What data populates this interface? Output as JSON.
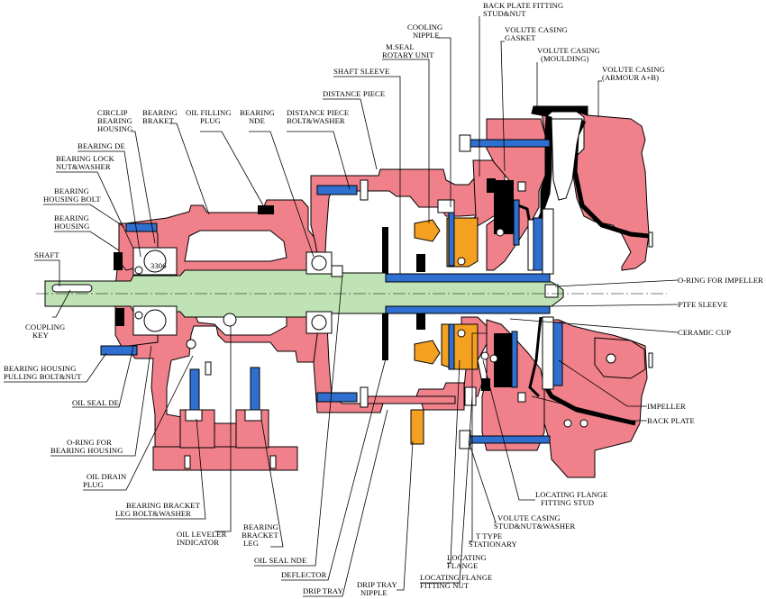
{
  "colors": {
    "casing": "#f0808a",
    "shaft": "#bfe3b5",
    "bolt": "#2f6fd0",
    "orange_part": "#f4a020",
    "black": "#000000",
    "white": "#ffffff"
  },
  "labels": {
    "back_plate_fitting": [
      "BACK PLATE FITTING",
      "STUD&NUT"
    ],
    "cooling_nipple": [
      "COOLING",
      "NIPPLE"
    ],
    "volute_casing_gasket": [
      "VOLUTE CASING",
      "GASKET"
    ],
    "mseal_rotary": [
      "M.SEAL",
      "ROTARY UNIT"
    ],
    "volute_casing_moulding": [
      "VOLUTE CASING",
      "(MOULDING)"
    ],
    "volute_casing_armour": [
      "VOLUTE CASING",
      "(ARMOUR A+B)"
    ],
    "shaft_sleeve": [
      "SHAFT SLEEVE"
    ],
    "distance_piece": [
      "DISTANCE PIECE"
    ],
    "circlip": [
      "CIRCLIP",
      "BEARING",
      "HOUSING"
    ],
    "bearing_braket": [
      "BEARING",
      "BRAKET"
    ],
    "oil_filling_plug": [
      "OIL FILLING",
      "PLUG"
    ],
    "bearing_nde": [
      "BEARING",
      "NDE"
    ],
    "distance_piece_bolt": [
      "DISTANCE PIECE",
      "BOLT&WASHER"
    ],
    "bearing_de": [
      "BEARING DE"
    ],
    "bearing_lock": [
      "BEARING LOCK",
      "NUT&WASHER"
    ],
    "bearing_housing_bolt": [
      "BEARING",
      "HOUSING BOLT"
    ],
    "bearing_housing": [
      "BEARING",
      "HOUSING"
    ],
    "shaft": [
      "SHAFT"
    ],
    "coupling_key": [
      "COUPLING",
      "KEY"
    ],
    "pulling_bolt": [
      "BEARING HOUSING",
      "PULLING BOLT&NUT"
    ],
    "oil_seal_de": [
      "OIL SEAL DE"
    ],
    "oring_bearing_housing": [
      "O-RING FOR",
      "BEARING HOUSING"
    ],
    "oil_drain_plug": [
      "OIL DRAIN",
      "PLUG"
    ],
    "bearing_bracket_leg_bolt": [
      "BEARING BRACKET",
      "LEG BOLT&WASHER"
    ],
    "oil_leveler": [
      "OIL LEVELER",
      "INDICATOR"
    ],
    "bearing_bracket_leg": [
      "BEARING",
      "BRACKET",
      "LEG"
    ],
    "oil_seal_nde": [
      "OIL SEAL NDE"
    ],
    "deflector": [
      "DEFLECTOR"
    ],
    "drip_tray": [
      "DRIP TRAY"
    ],
    "drip_tray_nipple": [
      "DRIP TRAY",
      "NIPPLE"
    ],
    "locating_flange_nut": [
      "LOCATING FLANGE",
      "FITTING NUT"
    ],
    "locating_flange": [
      "LOCATING",
      "FLANGE"
    ],
    "t_type": [
      "T TYPE",
      "STATIONARY"
    ],
    "volute_casing_stud": [
      "VOLUTE CASING",
      "STUD&NUT&WASHER"
    ],
    "locating_flange_stud": [
      "LOCATING FLANGE",
      "FITTING STUD"
    ],
    "oring_impeller": [
      "O-RING FOR IMPELLER"
    ],
    "ptfe_sleeve": [
      "PTFE SLEEVE"
    ],
    "ceramic_cup": [
      "CERAMIC CUP"
    ],
    "impeller": [
      "IMPELLER"
    ],
    "back_plate": [
      "BACK PLATE"
    ]
  },
  "part_marks": [
    "3306"
  ]
}
